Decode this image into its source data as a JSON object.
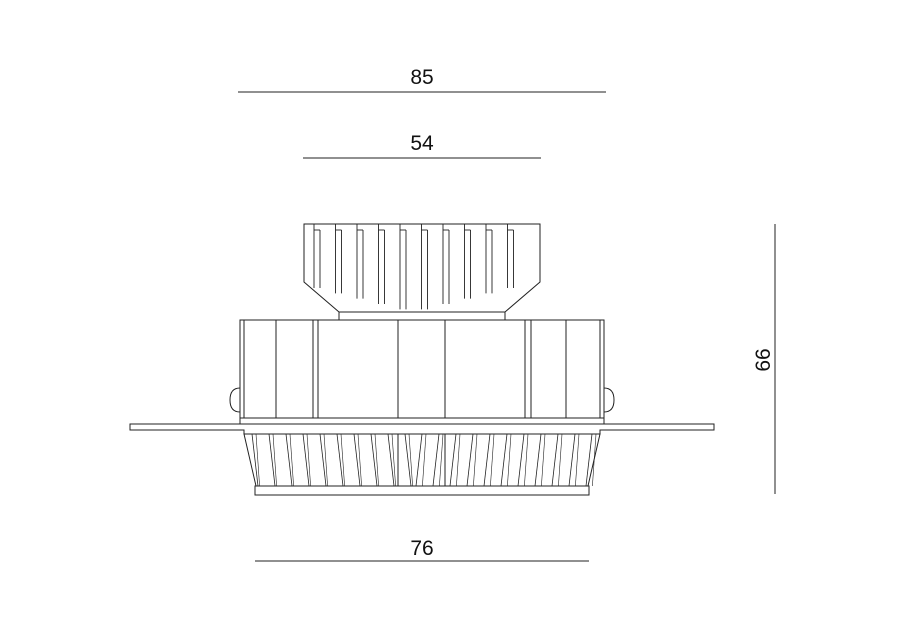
{
  "drawing": {
    "dimensions": {
      "top_width": "85",
      "heatsink_width": "54",
      "bottom_width": "76",
      "height": "66"
    },
    "colors": {
      "line": "#222222",
      "background": "#ffffff"
    }
  }
}
